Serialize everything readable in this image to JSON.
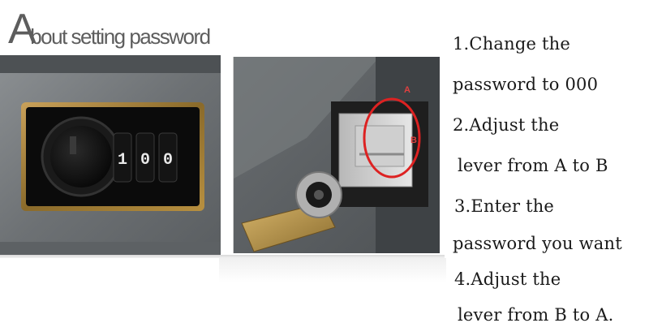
{
  "title": {
    "first_letter": "A",
    "rest": "bout setting password"
  },
  "left_photo": {
    "alt": "combination lock dial",
    "dials": [
      "1",
      "0",
      "0"
    ]
  },
  "right_photo": {
    "alt": "lever inside lock",
    "label_a": "A",
    "label_b": "B"
  },
  "instructions": [
    "1.Change the",
    "password to 000",
    "2.Adjust the",
    "lever from A to B",
    "3.Enter the",
    "password you want",
    "4.Adjust the",
    "lever from B to A."
  ]
}
